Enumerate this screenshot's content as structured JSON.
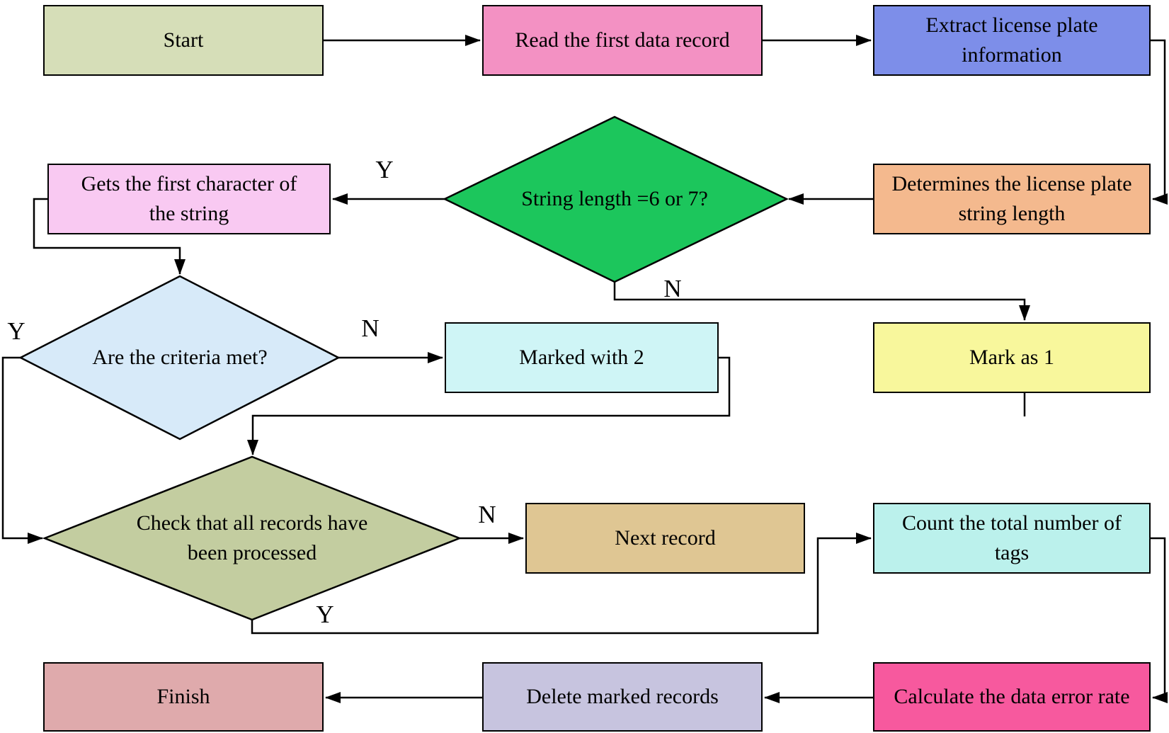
{
  "diagram": {
    "type": "flowchart",
    "nodes": {
      "start": "Start",
      "read_first_record": "Read the first data record",
      "extract_plate_info": "Extract license plate information",
      "determine_string_length": "Determines the license plate string length",
      "string_length_check": "String length =6 or 7?",
      "get_first_character": "Gets the first character of the string",
      "criteria_check": "Are the criteria met?",
      "marked_with_2": "Marked with 2",
      "mark_as_1": "Mark as 1",
      "all_records_check": "Check that all records have been processed",
      "next_record": "Next record",
      "count_tags": "Count the total number of tags",
      "calculate_error_rate": "Calculate the data error rate",
      "delete_marked": "Delete marked records",
      "finish": "Finish"
    },
    "branch_labels": {
      "string_length_yes": "Y",
      "string_length_no": "N",
      "criteria_no": "N",
      "criteria_yes": "Y",
      "all_records_no": "N",
      "all_records_yes": "Y"
    },
    "colors": {
      "start": "#d6deb8",
      "read_first_record": "#f391c3",
      "extract_plate_info": "#7d8ee9",
      "determine_string_length": "#f4b98e",
      "string_length_check": "#1cc65c",
      "get_first_character": "#f9c9f2",
      "criteria_check": "#d7eaf9",
      "marked_with_2": "#cff5f6",
      "mark_as_1": "#f8f79c",
      "all_records_check": "#c3cda0",
      "next_record": "#dfc693",
      "count_tags": "#bbf1ec",
      "calculate_error_rate": "#f7599e",
      "delete_marked": "#c7c4df",
      "finish": "#dfaaac",
      "connector": "#000000",
      "border": "#000000",
      "text": "#000000",
      "background": "#ffffff"
    }
  }
}
